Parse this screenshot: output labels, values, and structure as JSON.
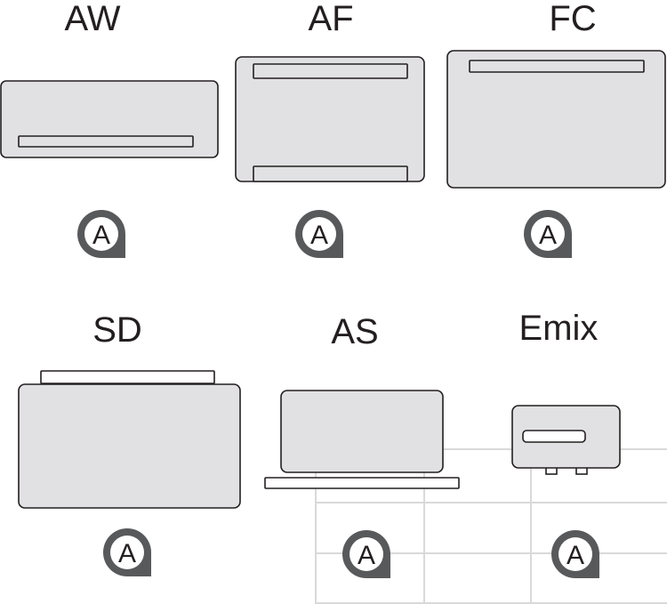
{
  "colors": {
    "unit_fill": "#e1e1e3",
    "outline": "#231f20",
    "pin_ring": "#58595b",
    "grid": "#d9d9d9",
    "background": "#ffffff"
  },
  "units": [
    {
      "label": "AW",
      "badge": "A",
      "icon": "wall-mounted-unit-icon"
    },
    {
      "label": "AF",
      "badge": "A",
      "icon": "floor-standing-unit-icon"
    },
    {
      "label": "FC",
      "badge": "A",
      "icon": "fan-coil-unit-icon"
    },
    {
      "label": "SD",
      "badge": "A",
      "icon": "ducted-unit-icon"
    },
    {
      "label": "AS",
      "badge": "A",
      "icon": "ceiling-unit-icon"
    },
    {
      "label": "Emix",
      "badge": "A",
      "icon": "emix-unit-icon"
    }
  ]
}
